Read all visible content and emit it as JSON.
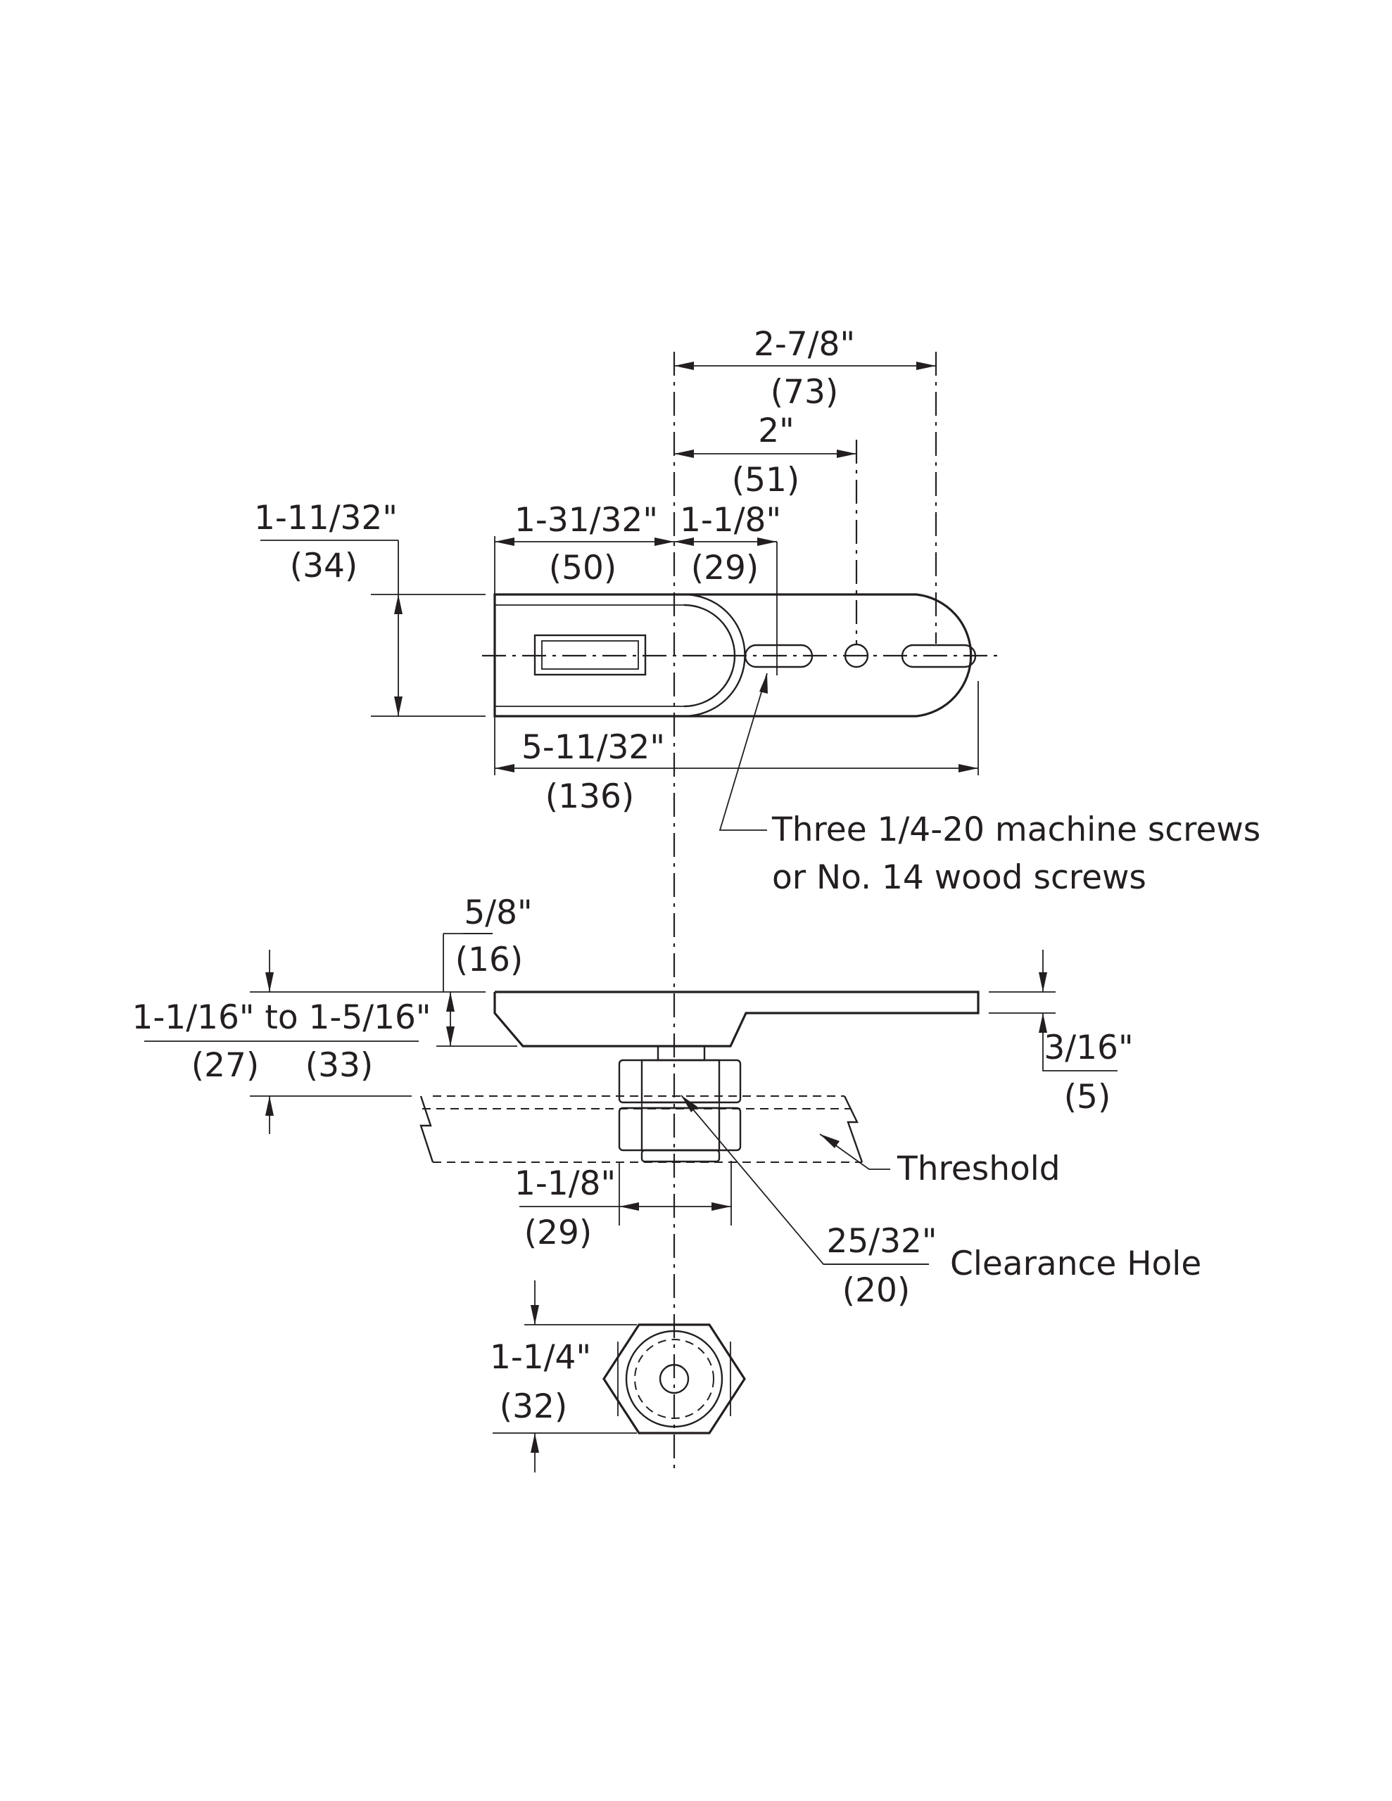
{
  "dimensions": {
    "d_2_7_8": "2-7/8\"",
    "d_73": "(73)",
    "d_2": "2\"",
    "d_51": "(51)",
    "d_1_11_32": "1-11/32\"",
    "d_34": "(34)",
    "d_1_31_32": "1-31/32\"",
    "d_50": "(50)",
    "d_1_1_8_top": "1-1/8\"",
    "d_29_top": "(29)",
    "d_5_11_32": "5-11/32\"",
    "d_136": "(136)",
    "d_5_8": "5/8\"",
    "d_16": "(16)",
    "d_range": "1-1/16\" to 1-5/16\"",
    "d_27": "(27)",
    "d_33": "(33)",
    "d_3_16": "3/16\"",
    "d_5": "(5)",
    "d_1_1_8_bot": "1-1/8\"",
    "d_29_bot": "(29)",
    "d_25_32": "25/32\"",
    "d_20": "(20)",
    "d_1_1_4": "1-1/4\"",
    "d_32": "(32)"
  },
  "notes": {
    "screws_line1": "Three 1/4-20 machine screws",
    "screws_line2": "or No. 14 wood screws",
    "threshold": "Threshold",
    "clearance_hole": "Clearance Hole"
  }
}
